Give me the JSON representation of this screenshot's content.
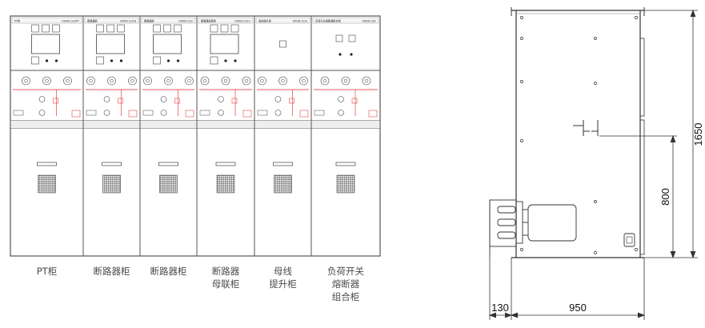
{
  "cabinets": [
    {
      "id": "pt",
      "label_lines": [
        "PT柜"
      ],
      "header": "PT柜",
      "model": "HXGN-12/2PT"
    },
    {
      "id": "breaker1",
      "label_lines": [
        "断路器柜"
      ],
      "header": "断路器柜",
      "model": "HXGN-12/1B"
    },
    {
      "id": "breaker2",
      "label_lines": [
        "断路器柜"
      ],
      "header": "断路器柜",
      "model": "HXGN-12/2"
    },
    {
      "id": "tie",
      "label_lines": [
        "断路器",
        "母联柜"
      ],
      "header": "断路器母联柜",
      "model": "HXGN-12/12"
    },
    {
      "id": "riser",
      "label_lines": [
        "母线",
        "提升柜"
      ],
      "header": "母线提升柜",
      "model": "HXGN-12/G"
    },
    {
      "id": "combo",
      "label_lines": [
        "负荷开关",
        "熔断器",
        "组合柜"
      ],
      "header": "负荷开关熔断器组合柜",
      "model": "HXGN-12/F"
    }
  ],
  "dimensions": {
    "total_height": "1650",
    "lower_height": "800",
    "bracket_width": "130",
    "cabinet_depth": "950"
  },
  "colors": {
    "frame": "#444444",
    "busbar": "#e02020",
    "panel_fill": "#f4f4f4"
  }
}
